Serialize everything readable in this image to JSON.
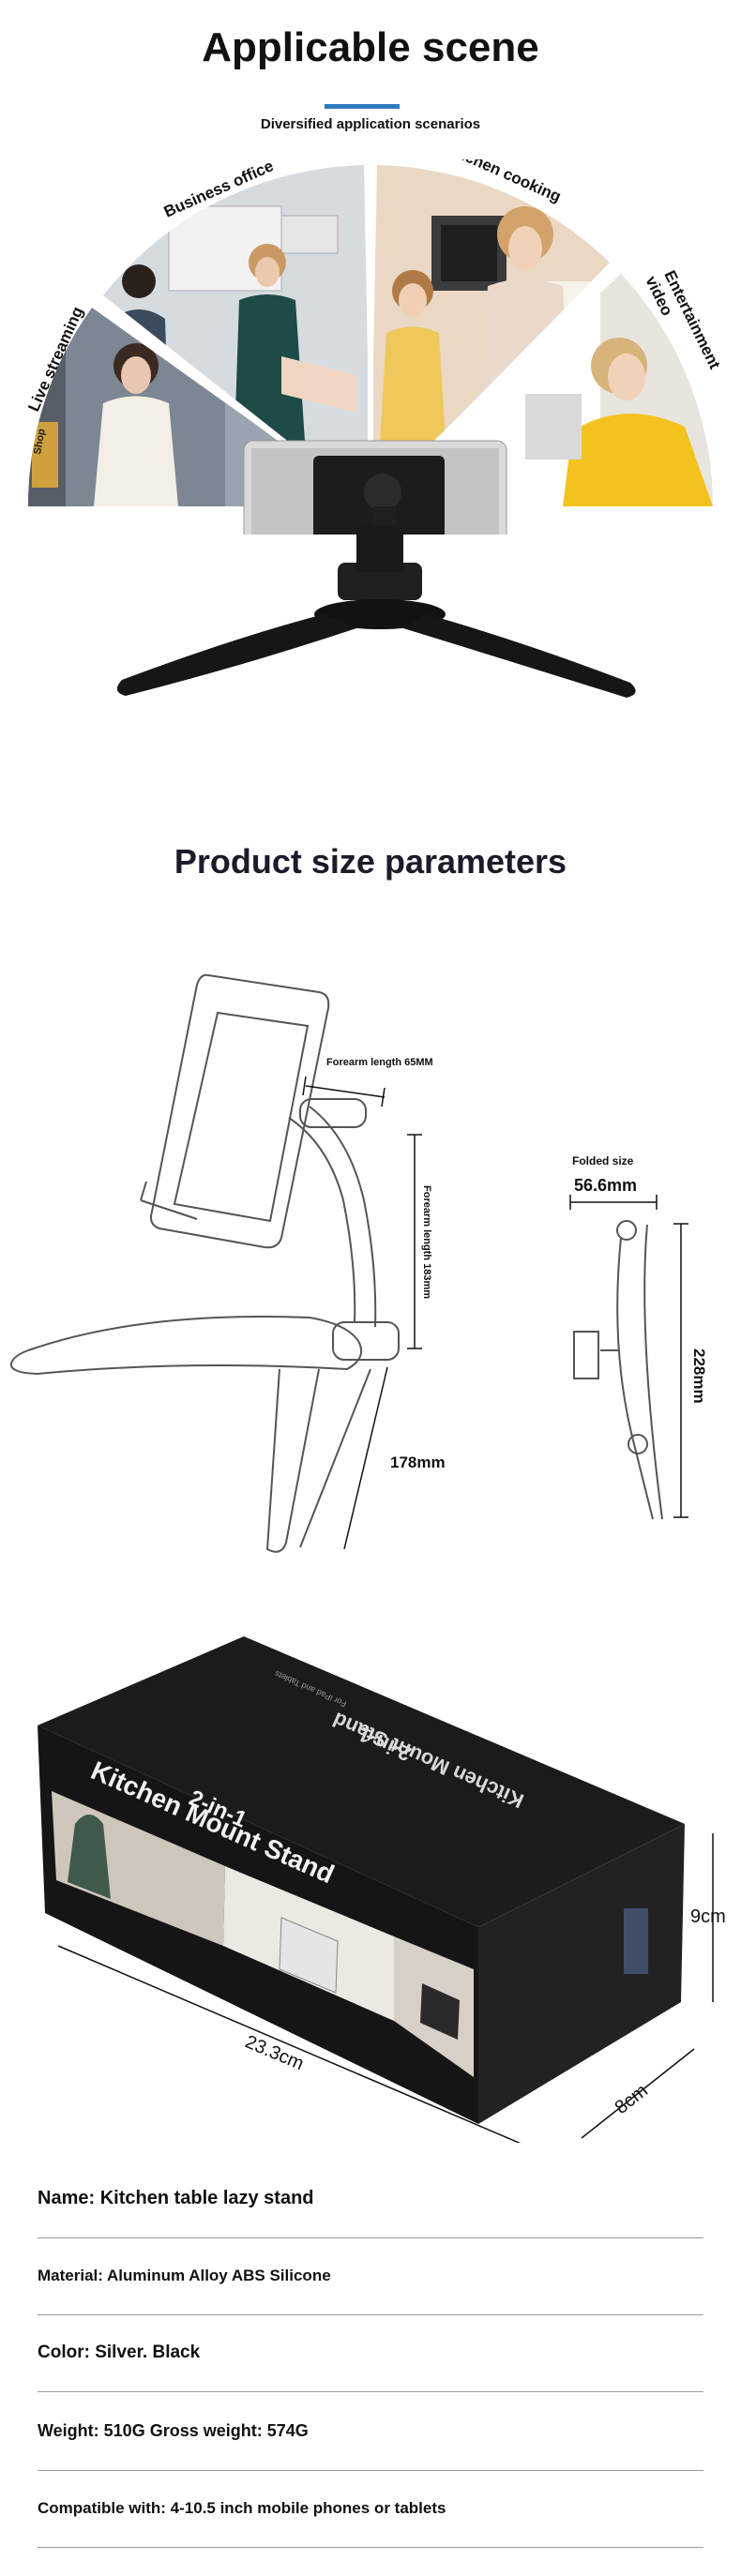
{
  "scene": {
    "title": "Applicable scene",
    "subtitle": "Diversified application scenarios",
    "accent": "#2f7bc0",
    "labels": [
      "Live streaming",
      "Business office",
      "Kitchen cooking",
      "Entertainment",
      "video"
    ],
    "shop_sign": "Shop"
  },
  "size": {
    "title": "Product size parameters",
    "forearm_label": "Forearm length 65MM",
    "forearm_vertical": "Forearm length 183mm",
    "base": "178mm",
    "folded_label": "Folded size",
    "folded_width": "56.6mm",
    "folded_height": "228mm"
  },
  "box": {
    "brand_line1": "2-in-1",
    "brand_line2": "Kitchen Mount Stand",
    "top_line1": "2-in-1",
    "top_line2": "Kitchen Mount Stand",
    "top_small": "For iPad and Tablets",
    "dim_length": "23.3cm",
    "dim_height": "9cm",
    "dim_depth": "8cm"
  },
  "specs": [
    "Name: Kitchen table lazy stand",
    "Material: Aluminum Alloy ABS Silicone",
    "Color: Silver. Black",
    "Weight: 510G Gross weight: 574G",
    "Compatible with: 4-10.5 inch mobile phones or tablets"
  ]
}
